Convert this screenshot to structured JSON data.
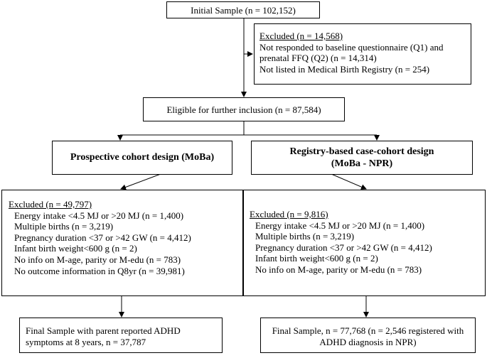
{
  "initial": "Initial Sample (n = 102,152)",
  "excluded_top": {
    "title": "Excluded (n = 14,568)",
    "lines": [
      "Not responded to baseline questionnaire (Q1) and",
      "prenatal FFQ (Q2) (n = 14,314)",
      "Not listed in Medical Birth Registry (n = 254)"
    ]
  },
  "eligible": "Eligible for further inclusion (n = 87,584)",
  "left_design": "Prospective cohort design (MoBa)",
  "right_design": [
    "Registry-based case-cohort design",
    "(MoBa - NPR)"
  ],
  "excluded_left": {
    "title": "Excluded (n = 49,797)",
    "lines": [
      "Energy intake <4.5 MJ or >20 MJ (n = 1,400)",
      "Multiple births (n = 3,219)",
      "Pregnancy duration <37 or >42 GW (n = 4,412)",
      "Infant birth weight<600 g (n = 2)",
      "No info on M-age, parity or M-edu (n = 783)",
      "No outcome information in Q8yr (n = 39,981)"
    ]
  },
  "excluded_right": {
    "title": "Excluded (n = 9,816)",
    "lines": [
      "Energy intake <4.5 MJ or >20 MJ (n = 1,400)",
      "Multiple births (n = 3,219)",
      "Pregnancy duration <37 or >42 GW (n = 4,412)",
      "Infant birth weight<600 g (n = 2)",
      "No info on M-age, parity or M-edu (n = 783)"
    ]
  },
  "final_left": [
    "Final Sample with parent reported ADHD",
    "symptoms at 8 years, n = 37,787"
  ],
  "final_right": [
    "Final Sample, n = 77,768 (n = 2,546 registered with",
    "ADHD diagnosis in NPR)"
  ]
}
